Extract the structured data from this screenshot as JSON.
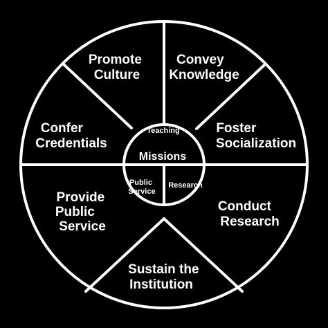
{
  "colors": {
    "background": "#000000",
    "foreground": "#ffffff"
  },
  "center": {
    "title": "Missions",
    "top": "Teaching",
    "bottom_left": [
      "Public",
      "Service"
    ],
    "bottom_right": "Research"
  },
  "segments": {
    "promote_culture": [
      "Promote",
      "Culture"
    ],
    "convey_knowledge": [
      "Convey",
      "Knowledge"
    ],
    "confer_credentials": [
      "Confer",
      "Credentials"
    ],
    "foster_socialization": [
      "Foster",
      "Socialization"
    ],
    "provide_public_service": [
      "Provide",
      "Public",
      "Service"
    ],
    "conduct_research": [
      "Conduct",
      "Research"
    ],
    "sustain_institution": [
      "Sustain the",
      "Institution"
    ]
  }
}
